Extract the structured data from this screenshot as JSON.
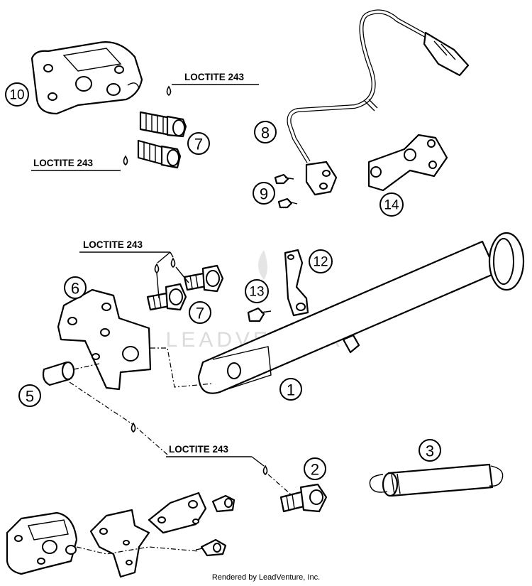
{
  "callouts": {
    "c1": "1",
    "c2": "2",
    "c3": "3",
    "c5": "5",
    "c6": "6",
    "c7a": "7",
    "c7b": "7",
    "c8": "8",
    "c9": "9",
    "c10": "10",
    "c12": "12",
    "c13": "13",
    "c14": "14"
  },
  "labels": {
    "loctite_1": "LOCTITE 243",
    "loctite_2": "LOCTITE 243",
    "loctite_3": "LOCTITE 243",
    "loctite_4": "LOCTITE 243"
  },
  "watermark": "LEADVENTURE",
  "footer": "Rendered by LeadVenture, Inc."
}
